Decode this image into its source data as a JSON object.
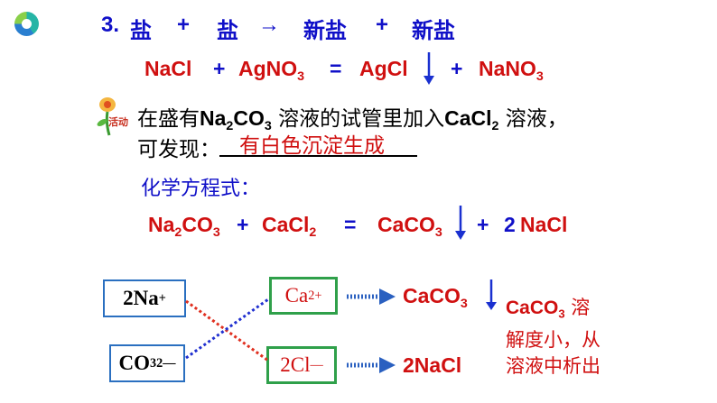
{
  "heading": {
    "number": "3.",
    "salt1": "盐",
    "plus1": "+",
    "salt2": "盐",
    "arrow": "→",
    "new_salt1": "新盐",
    "plus2": "+",
    "new_salt2": "新盐"
  },
  "reaction1": {
    "reactant1": "NaCl",
    "plus1": "+",
    "reactant2_main": "AgNO",
    "reactant2_sub": "3",
    "equals": "=",
    "product1": "AgCl",
    "plus2": "+",
    "product2_main": "NaNO",
    "product2_sub": "3"
  },
  "activity": {
    "icon_label": "活动",
    "text_part1": "在盛有",
    "formula1_a": "Na",
    "formula1_sub1": "2",
    "formula1_b": "CO",
    "formula1_sub2": "3",
    "text_part2": "溶液的试管里加入",
    "formula2_a": "CaCl",
    "formula2_sub": "2",
    "text_part3": "溶液，",
    "found_label": "可发现：",
    "answer": "有白色沉淀生成"
  },
  "equation_label": "化学方程式：",
  "reaction2": {
    "r1_a": "Na",
    "r1_sub1": "2",
    "r1_b": "CO",
    "r1_sub2": "3",
    "plus1": "+",
    "r2_a": "CaCl",
    "r2_sub": "2",
    "equals": "=",
    "p1_a": "CaCO",
    "p1_sub": "3",
    "plus2": "+",
    "coef": "2",
    "p2": "NaCl"
  },
  "ions": {
    "na": {
      "main": "2Na",
      "sup": "+"
    },
    "co3": {
      "main": "CO",
      "sub": "3",
      "sup": "2—"
    },
    "ca": {
      "main": "Ca",
      "sup": "2+"
    },
    "cl": {
      "main": "2Cl",
      "sup": "—"
    }
  },
  "products": {
    "caco3_a": "CaCO",
    "caco3_sub": "3",
    "nacl": "2NaCl"
  },
  "note": {
    "line1_a": "CaCO",
    "line1_sub": "3",
    "line1_b": " 溶",
    "line2": "解度小，从",
    "line3": "溶液中析出"
  },
  "colors": {
    "blue_text": "#1010c8",
    "red_text": "#d01010",
    "arrow_blue": "#1a30d0",
    "box_border_blue": "#2a6fc0",
    "box_border_green": "#2fa04a",
    "dashed_red": "#e03020",
    "dashed_blue": "#2030d0"
  }
}
